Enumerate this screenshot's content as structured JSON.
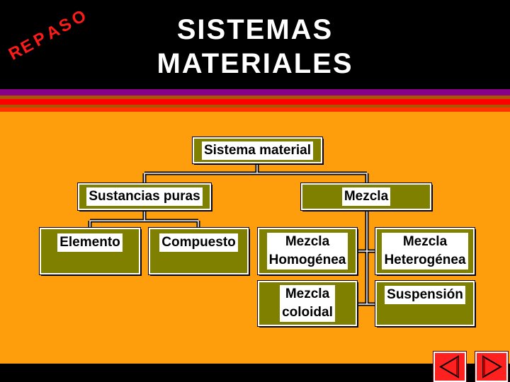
{
  "header": {
    "tag": "REPASO",
    "title_line1": "SISTEMAS",
    "title_line2": "MATERIALES"
  },
  "diagram": {
    "root": "Sistema material",
    "level1": [
      "Sustancias puras",
      "Mezcla"
    ],
    "pure_substances": [
      "Elemento",
      "Compuesto"
    ],
    "mixtures": [
      "Mezcla\nHomogénea",
      "Mezcla\nHeterogénea",
      "Mezcla\ncoloidal",
      "Suspensión"
    ]
  },
  "navigation": {
    "prev_icon": "triangle-left-icon",
    "next_icon": "triangle-right-icon"
  },
  "colors": {
    "background": "#000000",
    "content": "#ff9e0c",
    "node": "#808000",
    "accent": "#ff0000"
  }
}
